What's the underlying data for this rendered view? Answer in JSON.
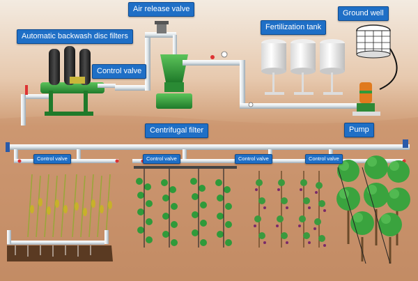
{
  "labels": {
    "air_release_valve": "Air release valve",
    "ground_well": "Ground well",
    "automatic_backwash_disc_filters": "Automatic backwash disc filters",
    "fertilization_tank": "Fertilization tank",
    "control_valve_main": "Control valve",
    "centrifugal_filter": "Centrifugal filter",
    "pump": "Pump",
    "control_valve_field_1": "Control valve",
    "control_valve_field_2": "Control valve",
    "control_valve_field_3": "Control valve",
    "control_valve_field_4": "Control valve"
  },
  "colors": {
    "sky": "#f4ede4",
    "soil": "#c7926a",
    "pipe": "#e8eef2",
    "filter_green": "#2e9a3a",
    "label_blue": "#1f6fc6",
    "pump_orange": "#e07a1e",
    "tree_green": "#3aa33e"
  }
}
